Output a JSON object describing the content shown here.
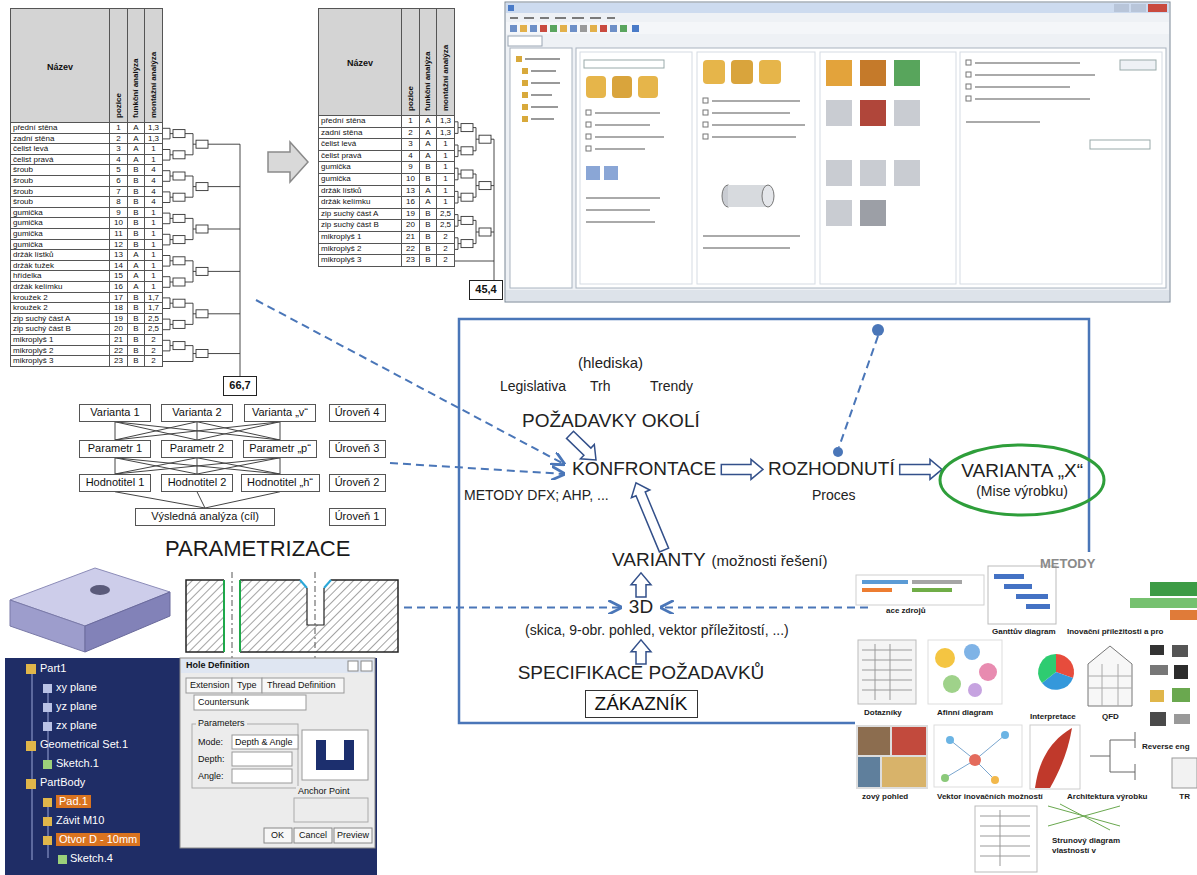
{
  "diagram": {
    "nodes": [
      {
        "text": [
          "(hlediska)",
          "Legislativa",
          "Trh",
          "Trendy",
          "POŽADAVKY OKOLÍ",
          "KONFRONTACE",
          "ROZHODNUTÍ",
          "METODY DFX; AHP, ...",
          "Proces",
          "VARIANTY",
          "(možnosti řešení)",
          "3D",
          "(skica, 9-obr. pohled, vektor příležitostí, ...)",
          "SPECIFIKACE POŽADAVKŮ"
        ]
      },
      {
        "text": [
          "VARIANTA „X“",
          "(Mise výrobku)"
        ],
        "in": 0
      },
      {
        "text": [
          "ZÁKAZNÍK"
        ],
        "in": 0
      },
      {
        "text": [
          "66,7"
        ]
      },
      {
        "text": [
          "45,4"
        ]
      },
      {
        "text": [
          "Varianta 1"
        ]
      },
      {
        "text": [
          "Varianta 2"
        ]
      },
      {
        "text": [
          "Varianta „v“"
        ]
      },
      {
        "text": [
          "Úroveň 4"
        ]
      },
      {
        "text": [
          "Parametr 1"
        ]
      },
      {
        "text": [
          "Parametr 2"
        ]
      },
      {
        "text": [
          "Parametr „p“"
        ]
      },
      {
        "text": [
          "Úroveň 3"
        ]
      },
      {
        "text": [
          "Hodnotitel 1"
        ]
      },
      {
        "text": [
          "Hodnotitel 2"
        ]
      },
      {
        "text": [
          "Hodnotitel „h“"
        ]
      },
      {
        "text": [
          "Úroveň 2"
        ]
      },
      {
        "text": [
          "Výsledná analýza (cíl)"
        ]
      },
      {
        "text": [
          "Úroveň 1"
        ]
      }
    ],
    "edges": [
      {
        "from": 5,
        "to": 9,
        "arrow": "none"
      },
      {
        "from": 5,
        "to": 10,
        "arrow": "none"
      },
      {
        "from": 5,
        "to": 11,
        "arrow": "none"
      },
      {
        "from": 6,
        "to": 9,
        "arrow": "none"
      },
      {
        "from": 6,
        "to": 10,
        "arrow": "none"
      },
      {
        "from": 6,
        "to": 11,
        "arrow": "none"
      },
      {
        "from": 7,
        "to": 9,
        "arrow": "none"
      },
      {
        "from": 7,
        "to": 10,
        "arrow": "none"
      },
      {
        "from": 7,
        "to": 11,
        "arrow": "none"
      },
      {
        "from": 9,
        "to": 13,
        "arrow": "none"
      },
      {
        "from": 9,
        "to": 14,
        "arrow": "none"
      },
      {
        "from": 9,
        "to": 15,
        "arrow": "none"
      },
      {
        "from": 10,
        "to": 13,
        "arrow": "none"
      },
      {
        "from": 10,
        "to": 14,
        "arrow": "none"
      },
      {
        "from": 10,
        "to": 15,
        "arrow": "none"
      },
      {
        "from": 11,
        "to": 13,
        "arrow": "none"
      },
      {
        "from": 11,
        "to": 14,
        "arrow": "none"
      },
      {
        "from": 11,
        "to": 15,
        "arrow": "none"
      },
      {
        "from": 13,
        "to": 17,
        "arrow": "none"
      },
      {
        "from": 14,
        "to": 17,
        "arrow": "none"
      },
      {
        "from": 15,
        "to": 17,
        "arrow": "none"
      }
    ],
    "labels": [
      "Název",
      "pozice",
      "funkční analýza",
      "montážní analýza",
      "přední stěna",
      "1",
      "A",
      "1,3",
      "zadní stěna",
      "2",
      "A",
      "1,3",
      "čelist levá",
      "3",
      "A",
      "1",
      "čelist pravá",
      "4",
      "A",
      "1",
      "šroub",
      "5",
      "B",
      "4",
      "šroub",
      "6",
      "B",
      "4",
      "šroub",
      "7",
      "B",
      "4",
      "šroub",
      "8",
      "B",
      "4",
      "gumička",
      "9",
      "B",
      "1",
      "gumička",
      "10",
      "B",
      "1",
      "gumička",
      "11",
      "B",
      "1",
      "gumička",
      "12",
      "B",
      "1",
      "držák lístků",
      "13",
      "A",
      "1",
      "držák tužek",
      "14",
      "A",
      "1",
      "hřídelka",
      "15",
      "A",
      "1",
      "držák kelímku",
      "16",
      "A",
      "1",
      "kroužek 2",
      "17",
      "B",
      "1,7",
      "kroužek 2",
      "18",
      "B",
      "1,7",
      "zip suchý část A",
      "19",
      "B",
      "2,5",
      "zip suchý část B",
      "20",
      "B",
      "2,5",
      "mikroplyš 1",
      "21",
      "B",
      "2",
      "mikroplyš 2",
      "22",
      "B",
      "2",
      "mikroplyš 3",
      "23",
      "B",
      "2",
      "Název",
      "pozice",
      "funkční analýza",
      "montážní analýza",
      "přední stěna",
      "1",
      "A",
      "1,3",
      "zadní stěna",
      "2",
      "A",
      "1,3",
      "čelist levá",
      "3",
      "A",
      "1",
      "čelist pravá",
      "4",
      "A",
      "1",
      "gumička",
      "9",
      "B",
      "1",
      "gumička",
      "10",
      "B",
      "1",
      "držák lístků",
      "13",
      "A",
      "1",
      "držák kelímku",
      "16",
      "A",
      "1",
      "zip suchý část A",
      "19",
      "B",
      "2,5",
      "zip suchý část B",
      "20",
      "B",
      "2,5",
      "mikroplyš 1",
      "21",
      "B",
      "2",
      "mikroplyš 2",
      "22",
      "B",
      "2",
      "mikroplyš 3",
      "23",
      "B",
      "2",
      "PARAMETRIZACE",
      "Part1",
      "xy plane",
      "yz plane",
      "zx plane",
      "Geometrical Set.1",
      "Sketch.1",
      "PartBody",
      "Pad.1",
      "Závit M10",
      "Otvor D - 10mm",
      "Sketch.4",
      "Hole Definition",
      "Extension",
      "Type",
      "Thread Definition",
      "Countersunk",
      "Parameters",
      "Mode:",
      "Depth & Angle",
      "Depth:",
      "Angle:",
      "Anchor Point",
      "OK",
      "Cancel",
      "Preview",
      "METODY",
      "ace zdrojů",
      "Ganttův diagram",
      "Inovační příležitosti a pro",
      "Dotazníky",
      "Afinní diagram",
      "Interpretace",
      "QFD",
      "Reverse eng",
      "zový pohled",
      "Vektor inovačních možností",
      "Architektura výrobku",
      "TR",
      "Strunový diagram vlastností v"
    ]
  }
}
